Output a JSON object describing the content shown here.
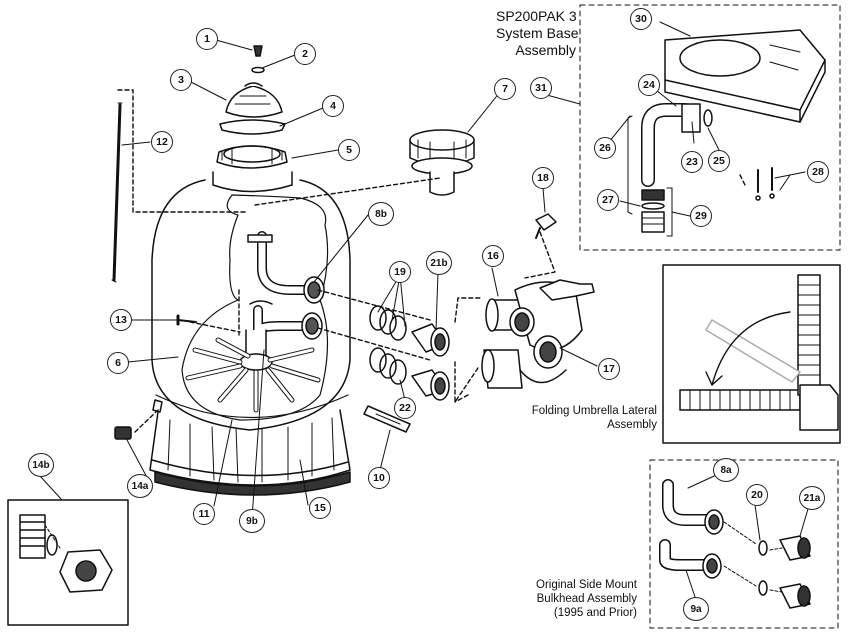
{
  "diagram": {
    "system_base": {
      "title_1": "SP200PAK 3",
      "title_2": "System Base",
      "title_3": "Assembly"
    },
    "umbrella": {
      "line_1": "Folding Umbrella Lateral",
      "line_2": "Assembly"
    },
    "side_mount": {
      "line_1": "Original Side Mount",
      "line_2": "Bulkhead Assembly",
      "line_3": "(1995 and Prior)"
    },
    "callouts": {
      "c1": "1",
      "c2": "2",
      "c3": "3",
      "c4": "4",
      "c5": "5",
      "c6": "6",
      "c7": "7",
      "c8b": "8b",
      "c9b": "9b",
      "c10": "10",
      "c11": "11",
      "c12": "12",
      "c13": "13",
      "c14a": "14a",
      "c14b": "14b",
      "c15": "15",
      "c16": "16",
      "c17": "17",
      "c18": "18",
      "c19": "19",
      "c21b": "21b",
      "c22": "22",
      "c23": "23",
      "c24": "24",
      "c25": "25",
      "c26": "26",
      "c27": "27",
      "c28": "28",
      "c29": "29",
      "c30": "30",
      "c31": "31",
      "c8a": "8a",
      "c9a": "9a",
      "c20": "20",
      "c21a": "21a"
    }
  }
}
